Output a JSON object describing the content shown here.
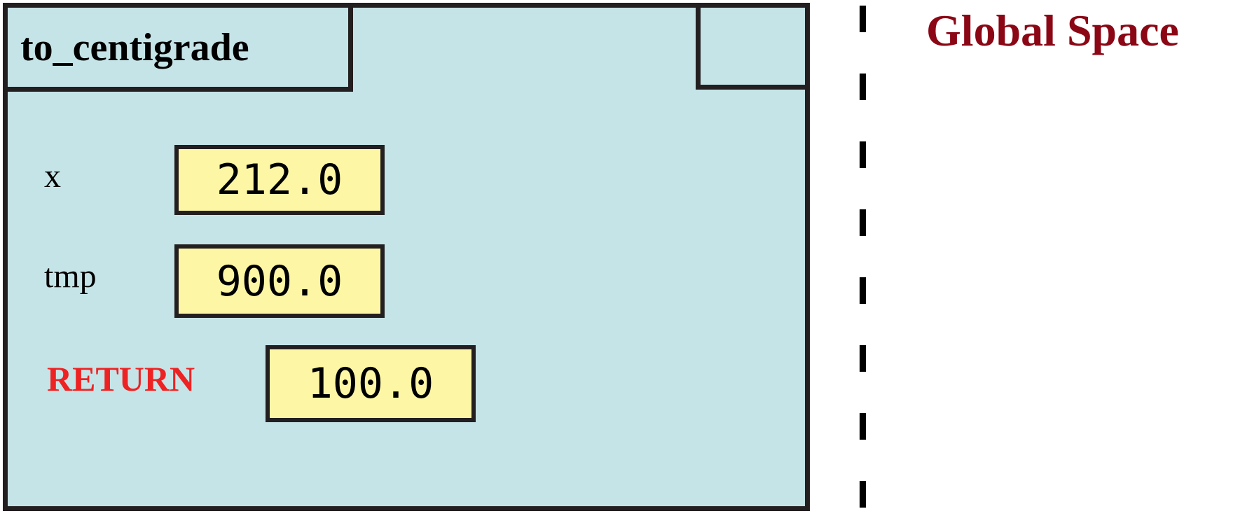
{
  "diagram": {
    "kind": "python-call-frame-diagram",
    "colors": {
      "frame_fill": "#c5e4e7",
      "value_fill": "#fdf7a5",
      "border": "#231f20",
      "return_label": "#ee2222",
      "global_title": "#8b0715",
      "page_background": "#ffffff"
    }
  },
  "call_frame": {
    "function_name": "to_centigrade",
    "corner_box_label": "",
    "variables": [
      {
        "name": "x",
        "value": "212.0",
        "style": "plain"
      },
      {
        "name": "tmp",
        "value": "900.0",
        "style": "plain"
      },
      {
        "name": "RETURN",
        "value": "100.0",
        "style": "return"
      }
    ]
  },
  "global_space": {
    "title": "Global Space",
    "contents": []
  }
}
